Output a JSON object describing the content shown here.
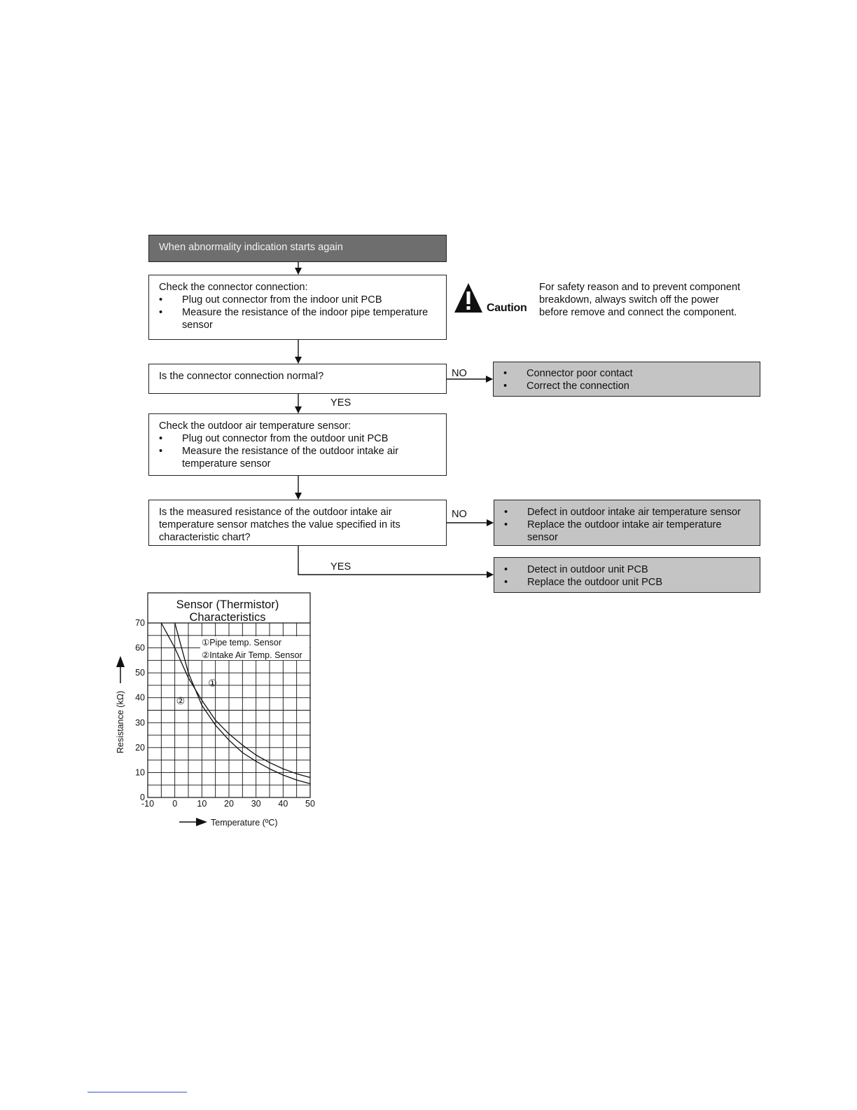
{
  "flow": {
    "start": "When abnormality indication starts again",
    "step1": {
      "title": "Check the connector connection:",
      "bullets": [
        "Plug out connector from the indoor unit PCB",
        "Measure the resistance of the indoor pipe temperature sensor"
      ]
    },
    "caution": {
      "label": "Caution",
      "text": "For safety reason and to prevent component breakdown, always switch off the power before remove and connect the component."
    },
    "question1": "Is the connector connection normal?",
    "no_label": "NO",
    "yes_label": "YES",
    "result1": [
      "Connector poor contact",
      "Correct the connection"
    ],
    "step2": {
      "title": "Check the outdoor air temperature sensor:",
      "bullets": [
        "Plug out connector from the outdoor unit PCB",
        "Measure the resistance of the outdoor intake air temperature sensor"
      ]
    },
    "question2": "Is the measured resistance of the outdoor intake air temperature sensor matches the value specified in its characteristic chart?",
    "result2": [
      "Defect in outdoor intake air temperature sensor",
      "Replace the outdoor intake air temperature sensor"
    ],
    "result3": [
      "Detect in outdoor unit PCB",
      "Replace the outdoor unit PCB"
    ]
  },
  "chart_data": {
    "type": "line",
    "title": "Sensor (Thermistor) Characteristics",
    "title_line1": "Sensor (Thermistor)",
    "title_line2": "Characteristics",
    "xlabel": "Temperature (ºC)",
    "ylabel": "Resistance (kΩ)",
    "xlim": [
      -10,
      50
    ],
    "ylim": [
      0,
      70
    ],
    "x_ticks": [
      "-10",
      "0",
      "10",
      "20",
      "30",
      "40",
      "50"
    ],
    "y_ticks": [
      "0",
      "10",
      "20",
      "30",
      "40",
      "50",
      "60",
      "70"
    ],
    "grid": true,
    "legend": [
      "①Pipe temp. Sensor",
      "②Intake Air Temp. Sensor"
    ],
    "series": [
      {
        "name": "Pipe temp. Sensor",
        "marker": "①",
        "x": [
          -5,
          0,
          5,
          10,
          15,
          20,
          25,
          30,
          35,
          40,
          45,
          50
        ],
        "y": [
          70,
          60,
          48,
          39,
          31,
          25.5,
          21,
          17,
          14,
          11.5,
          9.5,
          8
        ]
      },
      {
        "name": "Intake Air Temp. Sensor",
        "marker": "②",
        "x": [
          0,
          5,
          10,
          15,
          20,
          25,
          30,
          35,
          40,
          45,
          50
        ],
        "y": [
          70,
          50,
          37,
          29,
          23,
          18,
          14.5,
          11.5,
          9,
          7,
          5.5
        ]
      }
    ]
  }
}
